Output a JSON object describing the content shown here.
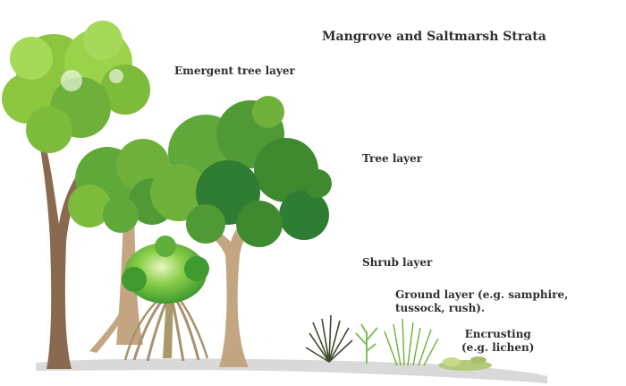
{
  "title": "Mangrove and Saltmarsh Strata",
  "labels": {
    "emergent": "Emergent tree layer",
    "tree": "Tree layer",
    "shrub": "Shrub layer",
    "ground_line1": "Ground layer (e.g. samphire,",
    "ground_line2": "tussock, rush).",
    "encrusting_line1": "Encrusting",
    "encrusting_line2": "(e.g. lichen)"
  },
  "colors": {
    "foliage_light": "#8cc63f",
    "foliage_mid": "#5fa83a",
    "foliage_dark": "#2f7d32",
    "trunk": "#c4a582",
    "trunk_dark": "#8a6a4f",
    "ground": "#d9d9d9"
  }
}
